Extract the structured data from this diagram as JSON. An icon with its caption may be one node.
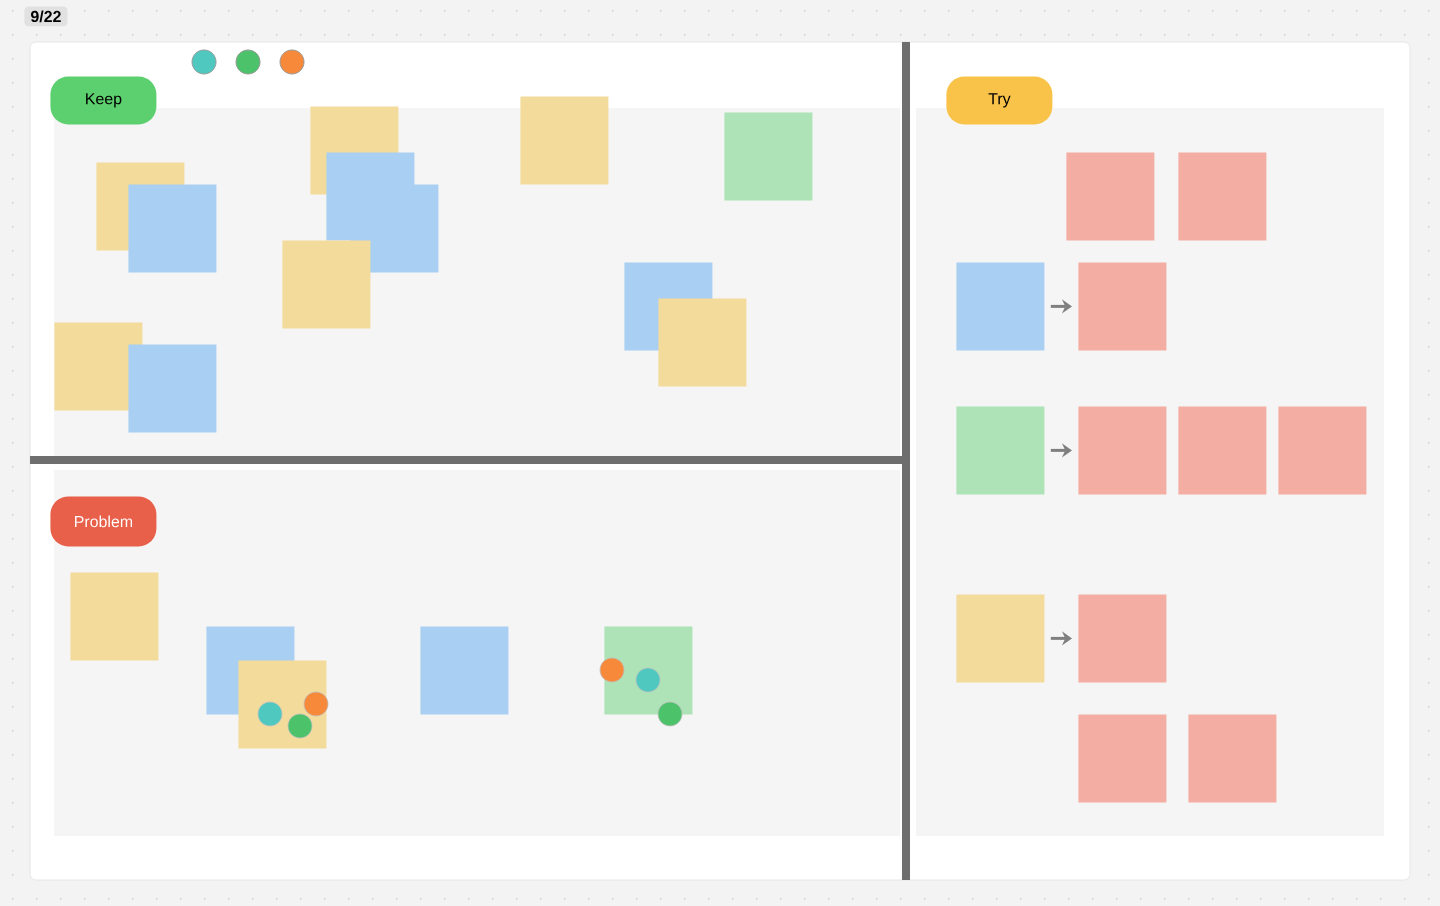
{
  "diagram": {
    "nodes": [
      {
        "text": [
          "Keep"
        ]
      },
      {
        "text": [
          "Problem"
        ]
      },
      {
        "text": [
          "Try"
        ]
      },
      {
        "text": [],
        "shape": "box"
      },
      {
        "text": [],
        "shape": "box"
      },
      {
        "text": [],
        "shape": "box"
      },
      {
        "text": [],
        "shape": "box"
      },
      {
        "text": [],
        "shape": "box"
      },
      {
        "text": [],
        "shape": "box"
      },
      {
        "text": [],
        "shape": "box"
      },
      {
        "text": [],
        "shape": "box"
      },
      {
        "text": [],
        "shape": "box"
      },
      {
        "text": [],
        "shape": "box"
      },
      {
        "text": [],
        "shape": "box"
      },
      {
        "text": [],
        "shape": "box"
      },
      {
        "text": [],
        "shape": "box"
      },
      {
        "text": [],
        "shape": "box"
      },
      {
        "text": [],
        "shape": "box"
      },
      {
        "text": [],
        "shape": "box"
      },
      {
        "text": [],
        "shape": "box"
      },
      {
        "text": [],
        "shape": "box"
      },
      {
        "text": [],
        "shape": "box"
      },
      {
        "text": [],
        "shape": "box"
      },
      {
        "text": [],
        "shape": "box"
      },
      {
        "text": [],
        "shape": "box"
      },
      {
        "text": [],
        "shape": "box"
      },
      {
        "text": [],
        "shape": "box"
      },
      {
        "text": [],
        "shape": "box"
      },
      {
        "text": [],
        "shape": "box"
      },
      {
        "text": [],
        "shape": "box"
      },
      {
        "text": [],
        "shape": "box"
      },
      {
        "text": [],
        "shape": "box"
      }
    ],
    "edges": [
      {
        "from": 22,
        "to": 23,
        "arrow": "to"
      },
      {
        "from": 24,
        "to": 25,
        "arrow": "to"
      },
      {
        "from": 28,
        "to": 29,
        "arrow": "to"
      }
    ],
    "labels": [
      "9/22"
    ]
  }
}
